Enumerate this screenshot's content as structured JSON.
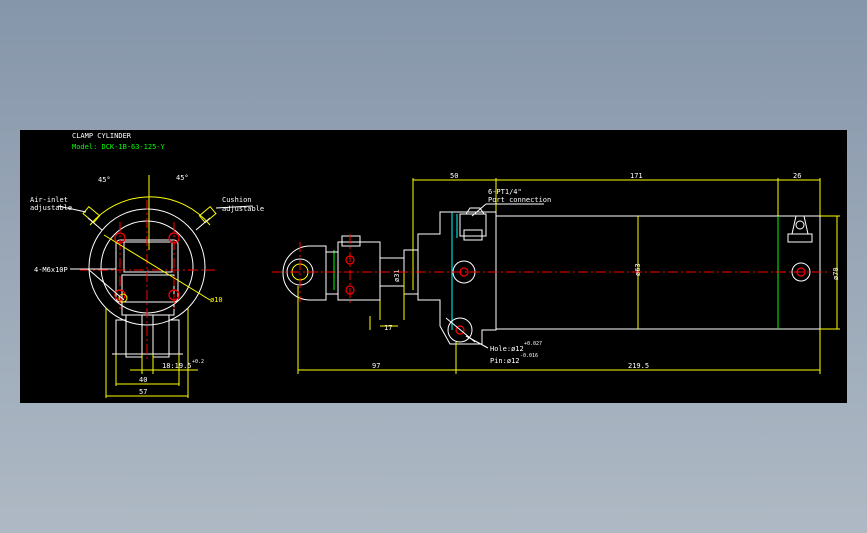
{
  "title": "CLAMP CYLINDER",
  "model": "Model: DCK-1B-63-125-Y",
  "colors": {
    "background": "#000000",
    "outline": "#ffffff",
    "dimension": "#ffff00",
    "accent": "#00ff00",
    "centerline": "#ff0000"
  },
  "labels": {
    "angle_left": "45°",
    "angle_right": "45°",
    "air_inlet": [
      "Air-inlet",
      "adjustable"
    ],
    "cushion": [
      "Cushion",
      "adjustable"
    ],
    "bolt": "4-M6x10P",
    "phi10": "ø10",
    "dim_18": "18:19.5",
    "dim_18_tol": "+0.2",
    "dim_40": "40",
    "dim_57": "57",
    "dim_50": "50",
    "dim_171": "171",
    "dim_26": "26",
    "port": [
      "6-PT1/4\"",
      "Port connection"
    ],
    "phi31": "ø31",
    "phi63": "ø63",
    "phi70": "ø70",
    "dim_17": "17",
    "hole": "Hole:ø12",
    "hole_tol": "+0.027",
    "pin": "Pin:ø12",
    "pin_tol": "-0.016",
    "dim_97": "97",
    "dim_219": "219.5"
  }
}
